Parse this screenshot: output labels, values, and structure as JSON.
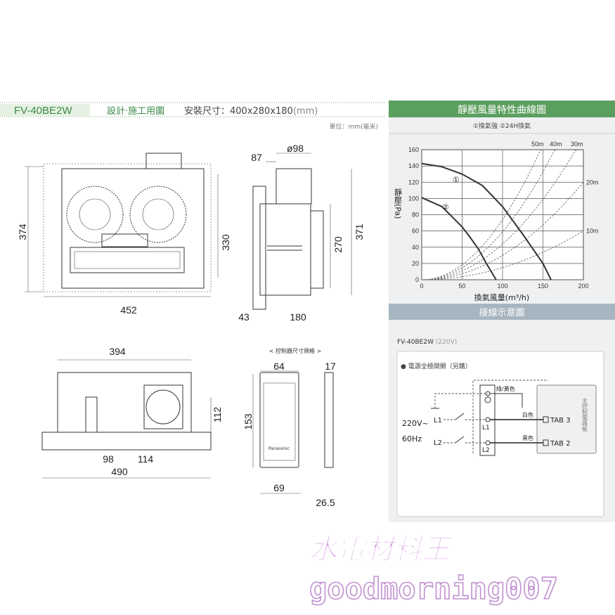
{
  "header": {
    "model": "FV-40BE2W",
    "subtitle": "設計·施工用圖",
    "install_size_label": "安裝尺寸：400x280x180",
    "install_size_unit": "(mm)",
    "unit_note": "單位：mm(毫米)"
  },
  "dimensions": {
    "top_view": {
      "height": "374",
      "inner_height": "330",
      "width": "452"
    },
    "side_view": {
      "offset": "87",
      "duct_diameter": "ø98",
      "height": "371",
      "inner_height": "270",
      "plate": "43",
      "depth": "180"
    },
    "front_view": {
      "width": "394",
      "height": "112",
      "left": "98",
      "duct": "114",
      "overall": "490"
    },
    "controller": {
      "title": "< 控制器尺寸規格 >",
      "width": "64",
      "height": "153",
      "bottom_width": "69",
      "thickness": "17",
      "base_thickness": "26.5",
      "brand": "Panasonic"
    }
  },
  "chart_panel": {
    "title": "靜壓風量特性曲線圖",
    "legend": "①換氣強 ②24H換氣",
    "header_color": "#5b9f5e"
  },
  "chart_data": {
    "type": "line",
    "xlabel": "換氣風量(m³/h)",
    "ylabel": "靜壓(Pa)",
    "xlim": [
      0,
      200
    ],
    "ylim": [
      0,
      160
    ],
    "xticks": [
      0,
      50,
      100,
      150,
      200
    ],
    "yticks": [
      0,
      20,
      40,
      60,
      80,
      100,
      120,
      140,
      160
    ],
    "grid": true,
    "series": [
      {
        "name": "①",
        "x": [
          0,
          25,
          50,
          75,
          100,
          125,
          150,
          160
        ],
        "y": [
          143,
          139,
          130,
          116,
          90,
          56,
          20,
          0
        ]
      },
      {
        "name": "②",
        "x": [
          0,
          25,
          50,
          60,
          70,
          80,
          92
        ],
        "y": [
          101,
          90,
          65,
          52,
          38,
          20,
          0
        ]
      }
    ],
    "duct_curves": [
      {
        "name": "10m",
        "k": 0.0015
      },
      {
        "name": "20m",
        "k": 0.003
      },
      {
        "name": "30m",
        "k": 0.0044
      },
      {
        "name": "40m",
        "k": 0.0059
      },
      {
        "name": "50m",
        "k": 0.0074
      }
    ]
  },
  "wiring": {
    "title": "接線示意圖",
    "model": "FV-40BE2W",
    "voltage": "(220V)",
    "switch_note": "● 電源全極開關（另購）",
    "ground_wire": "綠/黃色",
    "white": "白色",
    "black": "黑色",
    "tab3": "TAB 3",
    "tab2": "TAB 2",
    "board": "主控制電路板",
    "supply_v": "220V~",
    "supply_hz": "60Hz",
    "l1": "L1",
    "l2": "L2",
    "term_l1": "L1",
    "term_l2": "L2"
  },
  "watermark": {
    "line1": "水電材料王",
    "line2": "goodmorning007"
  }
}
